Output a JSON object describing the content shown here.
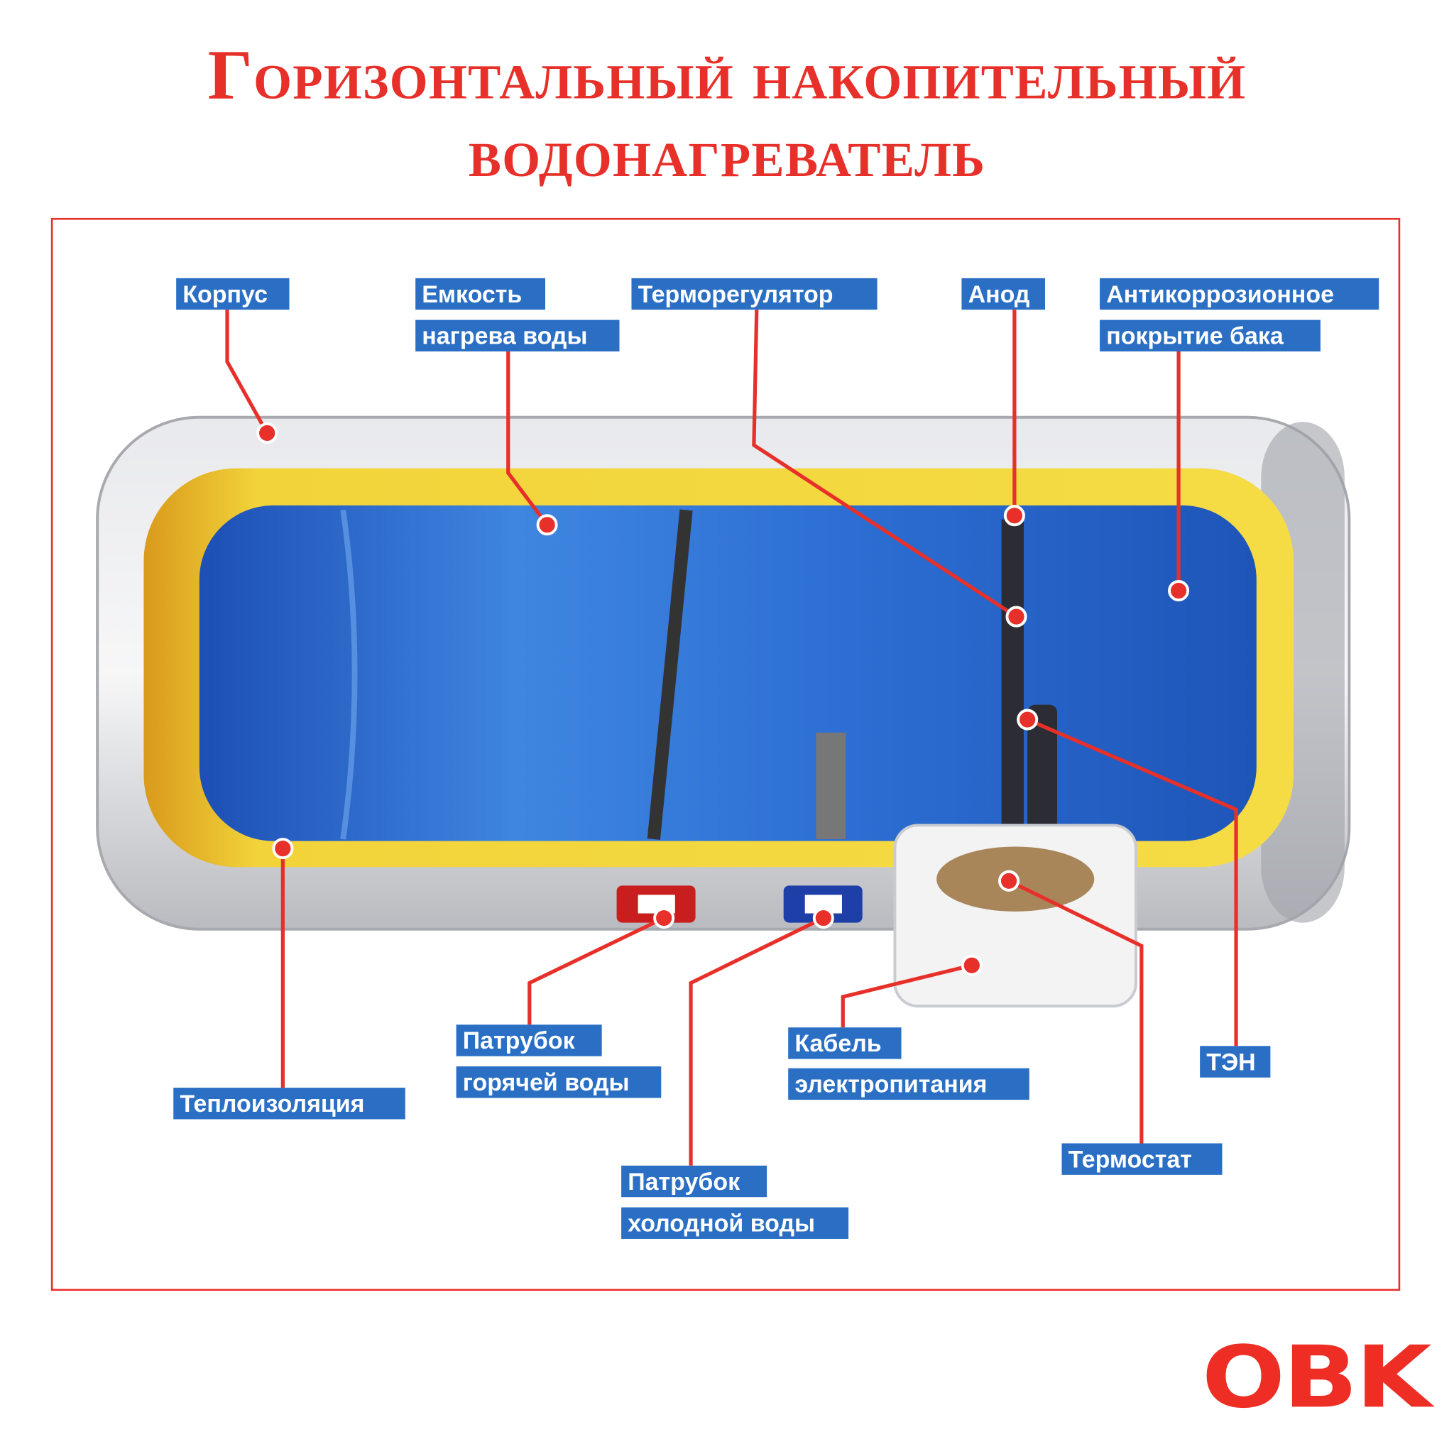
{
  "title": {
    "line1": "Горизонтальный накопительный",
    "line2": "водонагреватель"
  },
  "labels": {
    "korpus": "Корпус",
    "emkost_1": "Емкость",
    "emkost_2": "нагрева воды",
    "termoregulator": "Терморегулятор",
    "anod": "Анод",
    "anticorr_1": "Антикоррозионное",
    "anticorr_2": "покрытие бака",
    "teploizolyaciya": "Теплоизоляция",
    "hot_1": "Патрубок",
    "hot_2": "горячей воды",
    "cold_1": "Патрубок",
    "cold_2": "холодной воды",
    "cable_1": "Кабель",
    "cable_2": "электропитания",
    "ten": "ТЭН",
    "termostat": "Термостат"
  },
  "logo": "OBK",
  "colors": {
    "accent": "#e8302a",
    "label_bg": "#2a6fc4",
    "water": "#2b64c8",
    "insulation": "#f2d43a"
  }
}
